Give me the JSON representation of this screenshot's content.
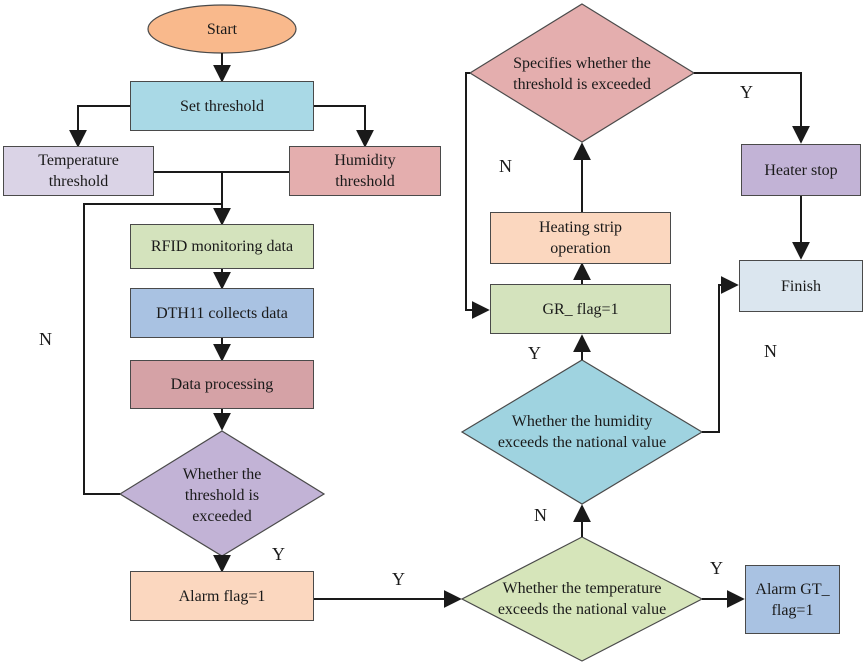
{
  "colors": {
    "orange": "#f9b98c",
    "blue": "#a9d9e6",
    "lavender": "#dad3e6",
    "pink": "#e4aeae",
    "green": "#d4e3bd",
    "steel": "#a9c2e2",
    "salmon": "#d5a2a6",
    "peach": "#fbd7bf",
    "purple": "#c2b3d6",
    "lightblue": "#dbe6ef",
    "teal": "#9fd3e0",
    "olive": "#d6e5ba"
  },
  "nodes": {
    "start": "Start",
    "set_threshold": "Set threshold",
    "temp_threshold": "Temperature threshold",
    "humidity_threshold": "Humidity threshold",
    "rfid": "RFID monitoring data",
    "dth11": "DTH11 collects data",
    "processing": "Data processing",
    "threshold_check": "Whether the threshold is exceeded",
    "alarm_flag": "Alarm flag=1",
    "temp_check": "Whether the temperature exceeds the national value",
    "alarm_gt": "Alarm GT_ flag=1",
    "humidity_check": "Whether the humidity exceeds the national value",
    "gr_flag": "GR_ flag=1",
    "heating_strip": "Heating strip operation",
    "specifies_check": "Specifies whether the threshold is exceeded",
    "heater_stop": "Heater stop",
    "finish": "Finish"
  },
  "edge_labels": {
    "loop_no": "N",
    "threshold_yes": "Y",
    "alarm_yes": "Y",
    "temp_yes": "Y",
    "temp_no": "N",
    "humidity_yes": "Y",
    "humidity_no": "N",
    "specifies_no": "N",
    "specifies_yes": "Y"
  }
}
